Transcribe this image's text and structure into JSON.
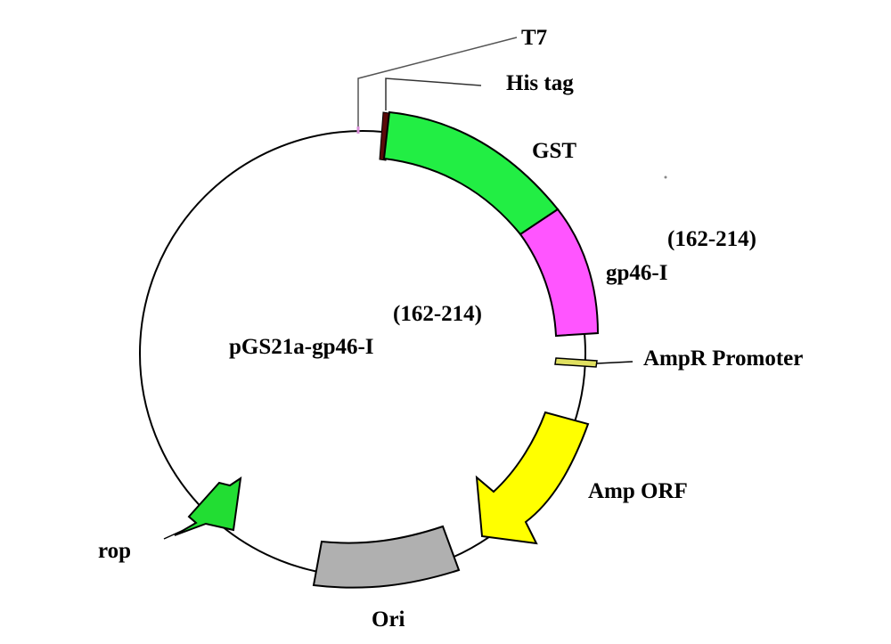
{
  "plasmid": {
    "name": "pGS21a-gp46-I",
    "name_range": "(162-214)"
  },
  "features": {
    "t7": {
      "label": "T7",
      "color": "#d98fd9"
    },
    "his_tag": {
      "label": "His tag",
      "color": "#5a0a0a"
    },
    "gst": {
      "label": "GST",
      "color": "#22ee44"
    },
    "gp46": {
      "label": "gp46-I",
      "range": "(162-214)",
      "color": "#ff55ff"
    },
    "ampr_promoter": {
      "label": "AmpR Promoter",
      "color": "#e0e060"
    },
    "amp_orf": {
      "label": "Amp ORF",
      "color": "#ffff00"
    },
    "ori": {
      "label": "Ori",
      "color": "#b0b0b0"
    },
    "rop": {
      "label": "rop",
      "color": "#22dd33"
    }
  }
}
